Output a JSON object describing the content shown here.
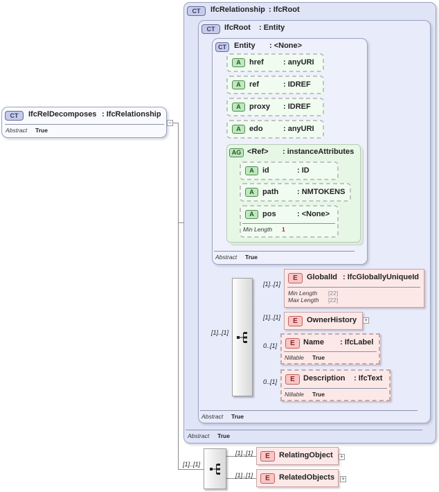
{
  "root": {
    "badge": "CT",
    "name": "IfcRelDecomposes",
    "base": ": IfcRelationship",
    "abstract_label": "Abstract",
    "abstract_value": "True"
  },
  "ifc_relationship": {
    "badge": "CT",
    "name": "IfcRelationship",
    "base": ": IfcRoot",
    "abstract_label": "Abstract",
    "abstract_value": "True"
  },
  "ifc_root": {
    "badge": "CT",
    "name": "IfcRoot",
    "base": ": Entity",
    "abstract_label": "Abstract",
    "abstract_value": "True",
    "sequence_card": "[1]..[1]"
  },
  "entity": {
    "badge": "CT",
    "name": "Entity",
    "base": ": <None>",
    "abstract_label": "Abstract",
    "abstract_value": "True",
    "attributes": [
      {
        "badge": "A",
        "name": "href",
        "type": ": anyURI"
      },
      {
        "badge": "A",
        "name": "ref",
        "type": ": IDREF"
      },
      {
        "badge": "A",
        "name": "proxy",
        "type": ": IDREF"
      },
      {
        "badge": "A",
        "name": "edo",
        "type": ": anyURI"
      }
    ],
    "attr_group": {
      "badge": "AG",
      "name": "<Ref>",
      "type": ": instanceAttributes",
      "attributes": [
        {
          "badge": "A",
          "name": "id",
          "type": ": ID"
        },
        {
          "badge": "A",
          "name": "path",
          "type": ": NMTOKENS"
        },
        {
          "badge": "A",
          "name": "pos",
          "type": ": <None>",
          "min_length_label": "Min Length",
          "min_length_value": "1"
        }
      ]
    }
  },
  "root_elements": [
    {
      "badge": "E",
      "name": "GlobalId",
      "type": ": IfcGloballyUniqueId",
      "card": "[1]..[1]",
      "props": [
        {
          "label": "Min Length",
          "value": "[22]"
        },
        {
          "label": "Max Length",
          "value": "[22]"
        }
      ]
    },
    {
      "badge": "E",
      "name": "OwnerHistory",
      "type": "",
      "card": "[1]..[1]",
      "expand": "+"
    },
    {
      "badge": "E",
      "name": "Name",
      "type": ": IfcLabel",
      "card": "0..[1]",
      "props": [
        {
          "label": "Nillable",
          "value": "True"
        }
      ]
    },
    {
      "badge": "E",
      "name": "Description",
      "type": ": IfcText",
      "card": "0..[1]",
      "props": [
        {
          "label": "Nillable",
          "value": "True"
        }
      ]
    }
  ],
  "decomposes": {
    "sequence_card": "[1]..[1]",
    "collapse": "−",
    "elements": [
      {
        "badge": "E",
        "name": "RelatingObject",
        "card": "[1]..[1]",
        "expand": "+"
      },
      {
        "badge": "E",
        "name": "RelatedObjects",
        "card": "[1]..[1]",
        "expand": "+"
      }
    ]
  }
}
